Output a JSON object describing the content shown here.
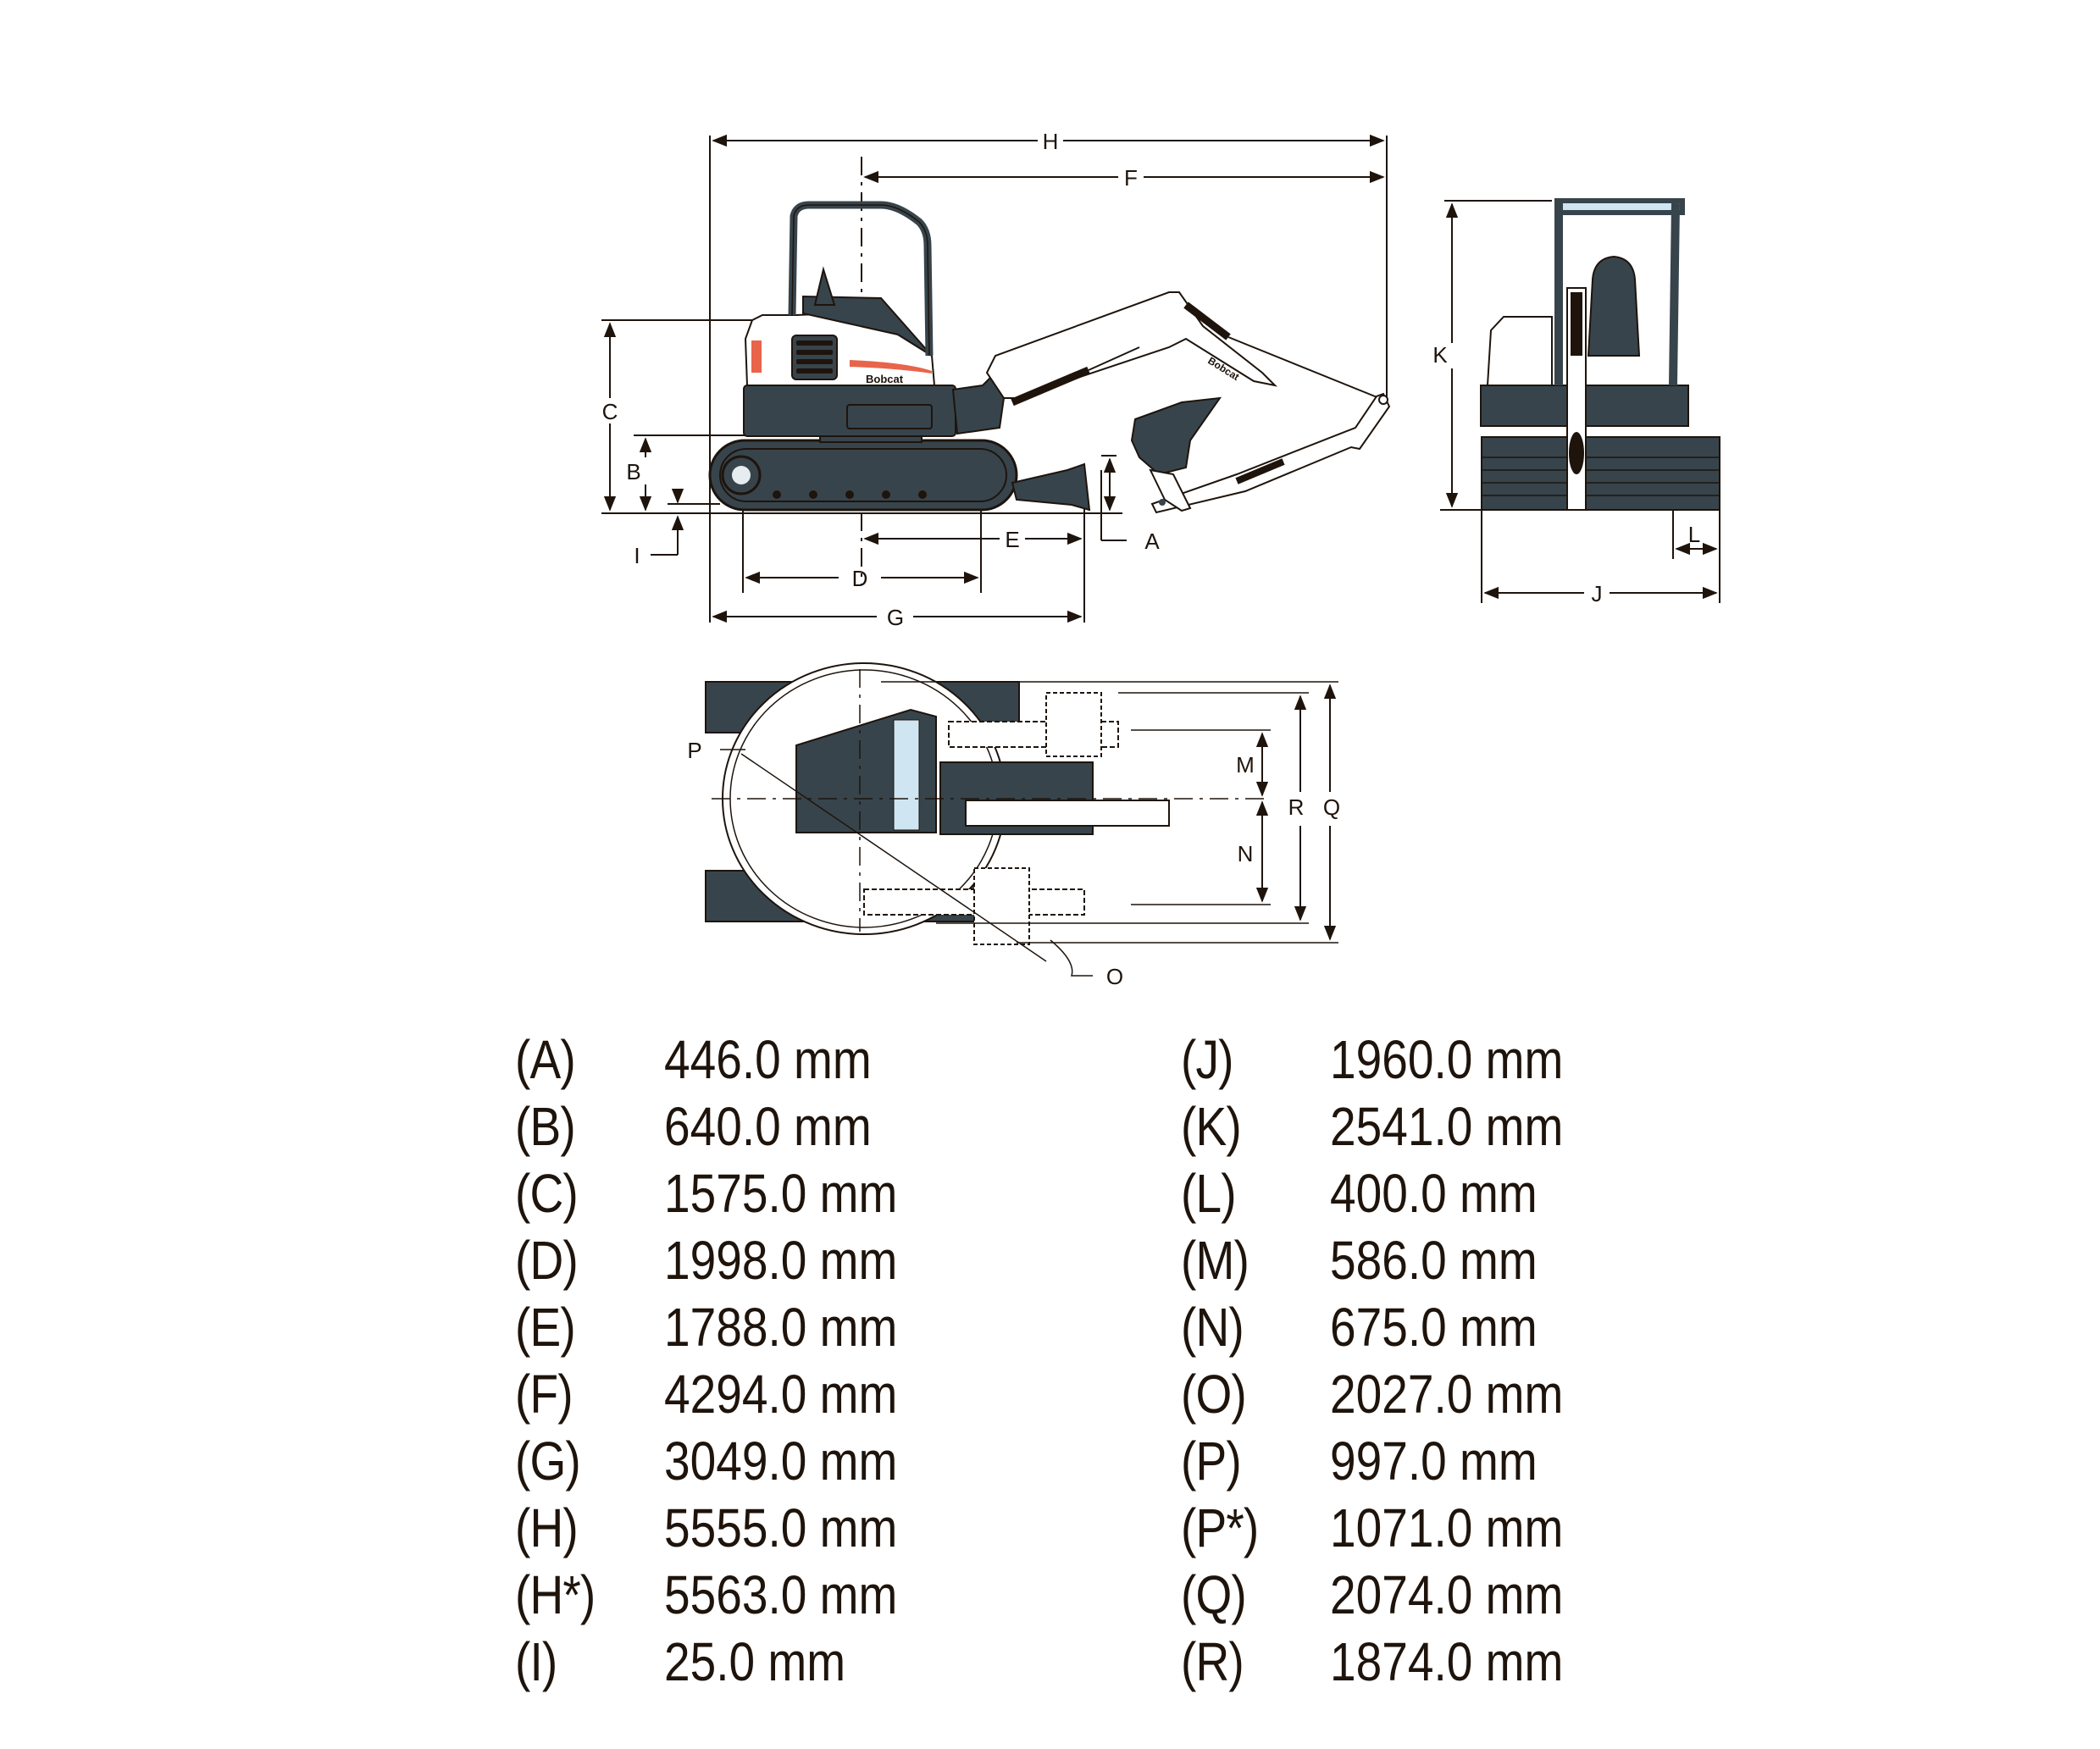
{
  "brand": {
    "name": "Bobcat",
    "accent_color": "#e8644a",
    "body_color": "#37444c",
    "line_color": "#1e140c"
  },
  "side_view": {
    "labels": {
      "A": "A",
      "B": "B",
      "C": "C",
      "D": "D",
      "E": "E",
      "F": "F",
      "G": "G",
      "H": "H",
      "I": "I"
    },
    "logo_text": "Bobcat",
    "arm_logo_text": "Bobcat"
  },
  "front_view": {
    "labels": {
      "J": "J",
      "K": "K",
      "L": "L"
    }
  },
  "top_view": {
    "labels": {
      "M": "M",
      "N": "N",
      "O": "O",
      "P": "P",
      "Q": "Q",
      "R": "R"
    }
  },
  "specs": {
    "left": [
      {
        "code": "(A)",
        "value": "446.0 mm"
      },
      {
        "code": "(B)",
        "value": "640.0 mm"
      },
      {
        "code": "(C)",
        "value": "1575.0 mm"
      },
      {
        "code": "(D)",
        "value": "1998.0 mm"
      },
      {
        "code": "(E)",
        "value": "1788.0 mm"
      },
      {
        "code": "(F)",
        "value": "4294.0 mm"
      },
      {
        "code": "(G)",
        "value": "3049.0 mm"
      },
      {
        "code": "(H)",
        "value": "5555.0 mm"
      },
      {
        "code": "(H*)",
        "value": "5563.0 mm"
      },
      {
        "code": "(I)",
        "value": "25.0 mm"
      }
    ],
    "right": [
      {
        "code": "(J)",
        "value": "1960.0 mm"
      },
      {
        "code": "(K)",
        "value": "2541.0 mm"
      },
      {
        "code": "(L)",
        "value": "400.0 mm"
      },
      {
        "code": "(M)",
        "value": "586.0 mm"
      },
      {
        "code": "(N)",
        "value": "675.0 mm"
      },
      {
        "code": "(O)",
        "value": "2027.0 mm"
      },
      {
        "code": "(P)",
        "value": "997.0 mm"
      },
      {
        "code": "(P*)",
        "value": "1071.0 mm"
      },
      {
        "code": "(Q)",
        "value": "2074.0 mm"
      },
      {
        "code": "(R)",
        "value": "1874.0 mm"
      }
    ]
  }
}
